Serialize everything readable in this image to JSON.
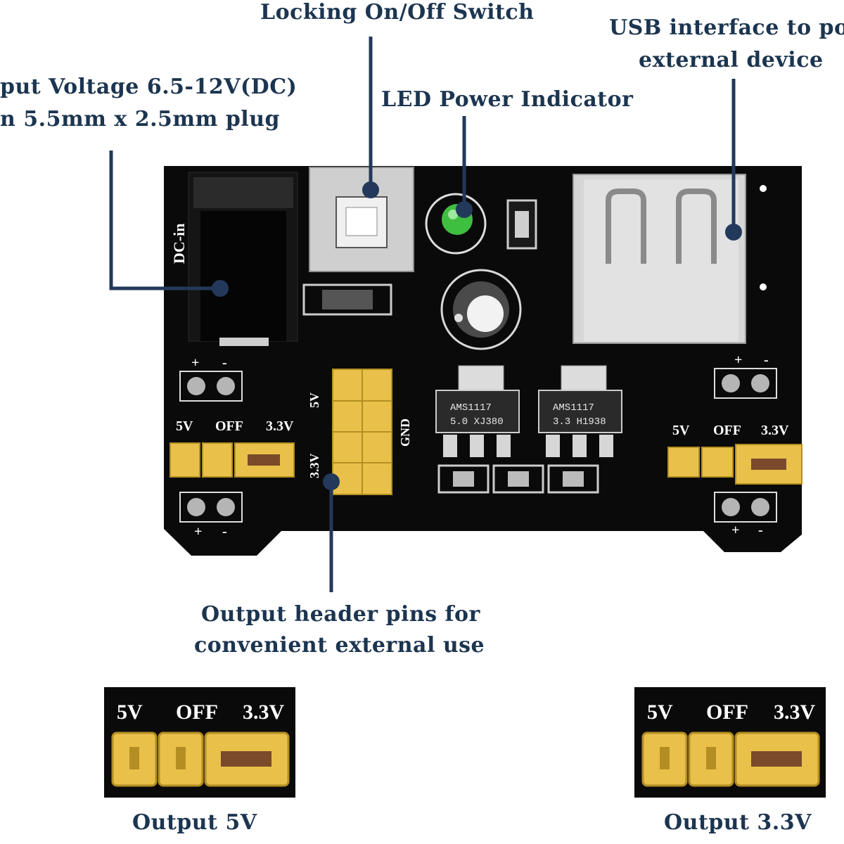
{
  "annotations": {
    "switch": "Locking On/Off Switch",
    "usb_line1": "USB interface to pow",
    "usb_line2": "external device",
    "input_line1": "put Voltage 6.5-12V(DC)",
    "input_line2": "n 5.5mm x 2.5mm plug",
    "led": "LED Power Indicator",
    "header_line1": "Output header pins for",
    "header_line2": "convenient external use",
    "out5v": "Output 5V",
    "out33": "Output 3.3V"
  },
  "board": {
    "dc_in": "DC-in",
    "plus": "+",
    "minus": "-",
    "v5": "5V",
    "off": "OFF",
    "v33": "3.3V",
    "gnd": "GND",
    "reg1_line1": "AMS1117",
    "reg1_line2": "5.0 XJ380",
    "reg2_line1": "AMS1117",
    "reg2_line2": "3.3 H1938"
  },
  "colors": {
    "board": "#0a0a0a",
    "label": "#1c3550",
    "pointer": "#23395b",
    "jumper": "#e9c14a",
    "led": "#3fbf3f"
  }
}
